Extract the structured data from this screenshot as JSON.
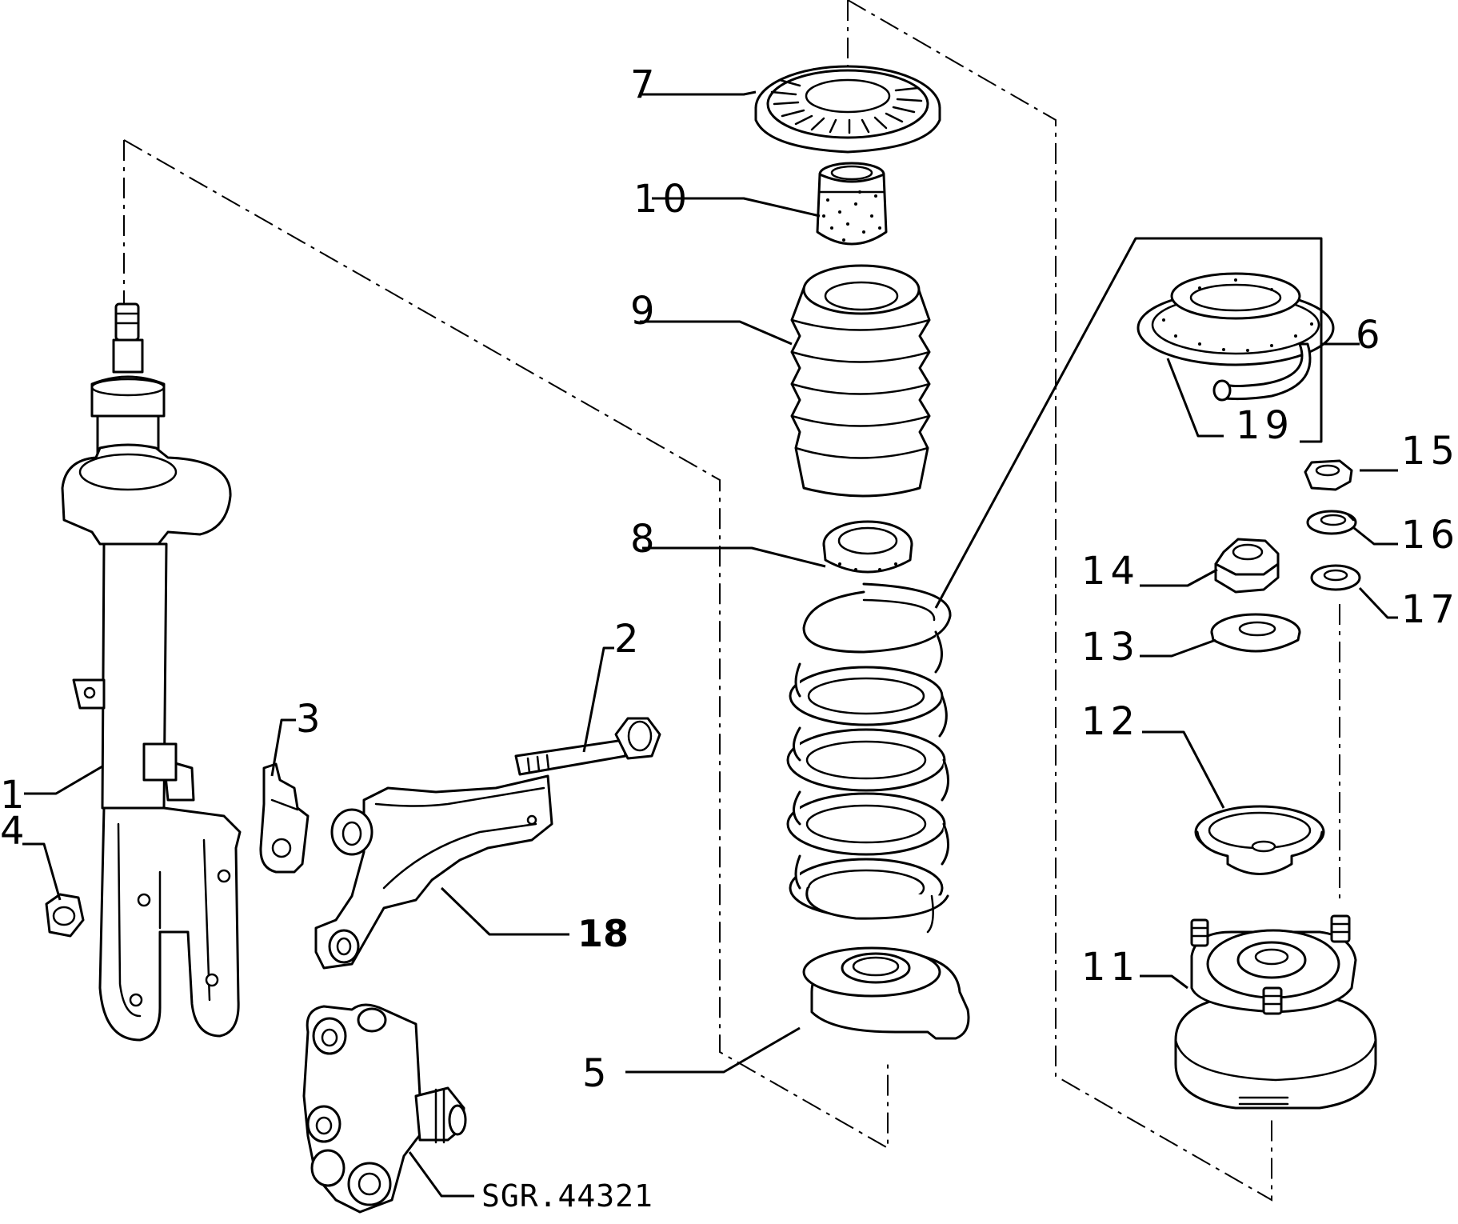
{
  "diagram": {
    "reference_code": "SGR.44321",
    "callouts": [
      {
        "id": "c1",
        "label": "1",
        "part": "shock-absorber-strut"
      },
      {
        "id": "c2",
        "label": "2",
        "part": "bolt"
      },
      {
        "id": "c3",
        "label": "3",
        "part": "bracket-clip"
      },
      {
        "id": "c4",
        "label": "4",
        "part": "nut"
      },
      {
        "id": "c5",
        "label": "5",
        "part": "lower-spring-seat"
      },
      {
        "id": "c6",
        "label": "6",
        "part": "spring-insulator-kit"
      },
      {
        "id": "c7",
        "label": "7",
        "part": "upper-spring-pad"
      },
      {
        "id": "c8",
        "label": "8",
        "part": "spacer-ring"
      },
      {
        "id": "c9",
        "label": "9",
        "part": "dust-boot"
      },
      {
        "id": "c10",
        "label": "10",
        "part": "bump-stop"
      },
      {
        "id": "c11",
        "label": "11",
        "part": "strut-top-mount"
      },
      {
        "id": "c12",
        "label": "12",
        "part": "bearing-cup"
      },
      {
        "id": "c13",
        "label": "13",
        "part": "washer"
      },
      {
        "id": "c14",
        "label": "14",
        "part": "self-locking-nut"
      },
      {
        "id": "c15",
        "label": "15",
        "part": "nut"
      },
      {
        "id": "c16",
        "label": "16",
        "part": "spring-washer"
      },
      {
        "id": "c17",
        "label": "17",
        "part": "flat-washer"
      },
      {
        "id": "c18",
        "label": "18",
        "part": "control-arm"
      },
      {
        "id": "c19",
        "label": "19",
        "part": "spring-insulator"
      }
    ]
  }
}
